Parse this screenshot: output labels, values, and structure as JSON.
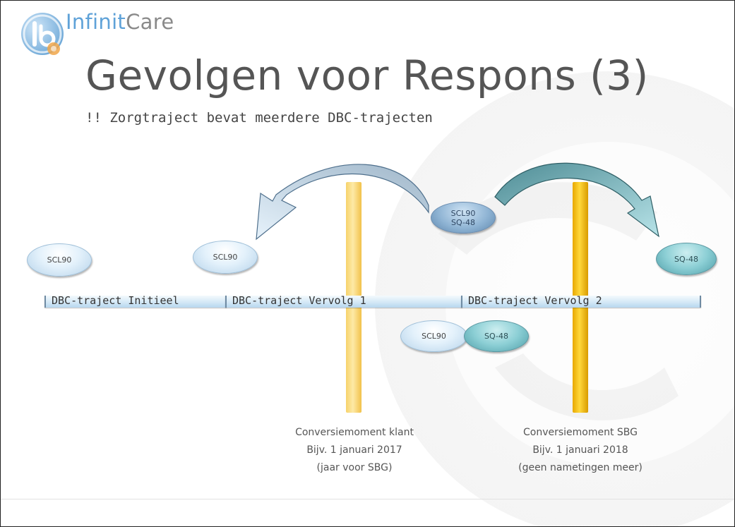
{
  "brand": {
    "part1": "Infinit",
    "part2": "Care"
  },
  "title": "Gevolgen voor Respons (3)",
  "subtitle": "!! Zorgtraject bevat meerdere DBC-trajecten",
  "tracks": [
    {
      "label": "DBC-traject Initieel"
    },
    {
      "label": "DBC-traject Vervolg 1"
    },
    {
      "label": "DBC-traject Vervolg 2"
    }
  ],
  "ovals": {
    "initieel_scl90": "SCL90",
    "vervolg1_scl90": "SCL90",
    "moved_line1": "SCL90",
    "moved_line2": "SQ-48",
    "vervolg2_sq48": "SQ-48",
    "bottom_scl90": "SCL90",
    "bottom_sq48": "SQ-48"
  },
  "captions": {
    "klant": {
      "line1": "Conversiemoment klant",
      "line2": "Bijv. 1 januari 2017",
      "line3": "(jaar voor SBG)"
    },
    "sbg": {
      "line1": "Conversiemoment SBG",
      "line2": "Bijv. 1 januari 2018",
      "line3": "(geen nametingen meer)"
    }
  },
  "colors": {
    "brand_blue": "#5fa2d8",
    "brand_grey": "#8a8a8a",
    "bar_light": "#f7d36b",
    "bar_dark": "#f2b900",
    "oval_light_blue": "#d8ebf8",
    "oval_teal": "#7cc4cc",
    "oval_mid_blue": "#8fb4d4"
  }
}
